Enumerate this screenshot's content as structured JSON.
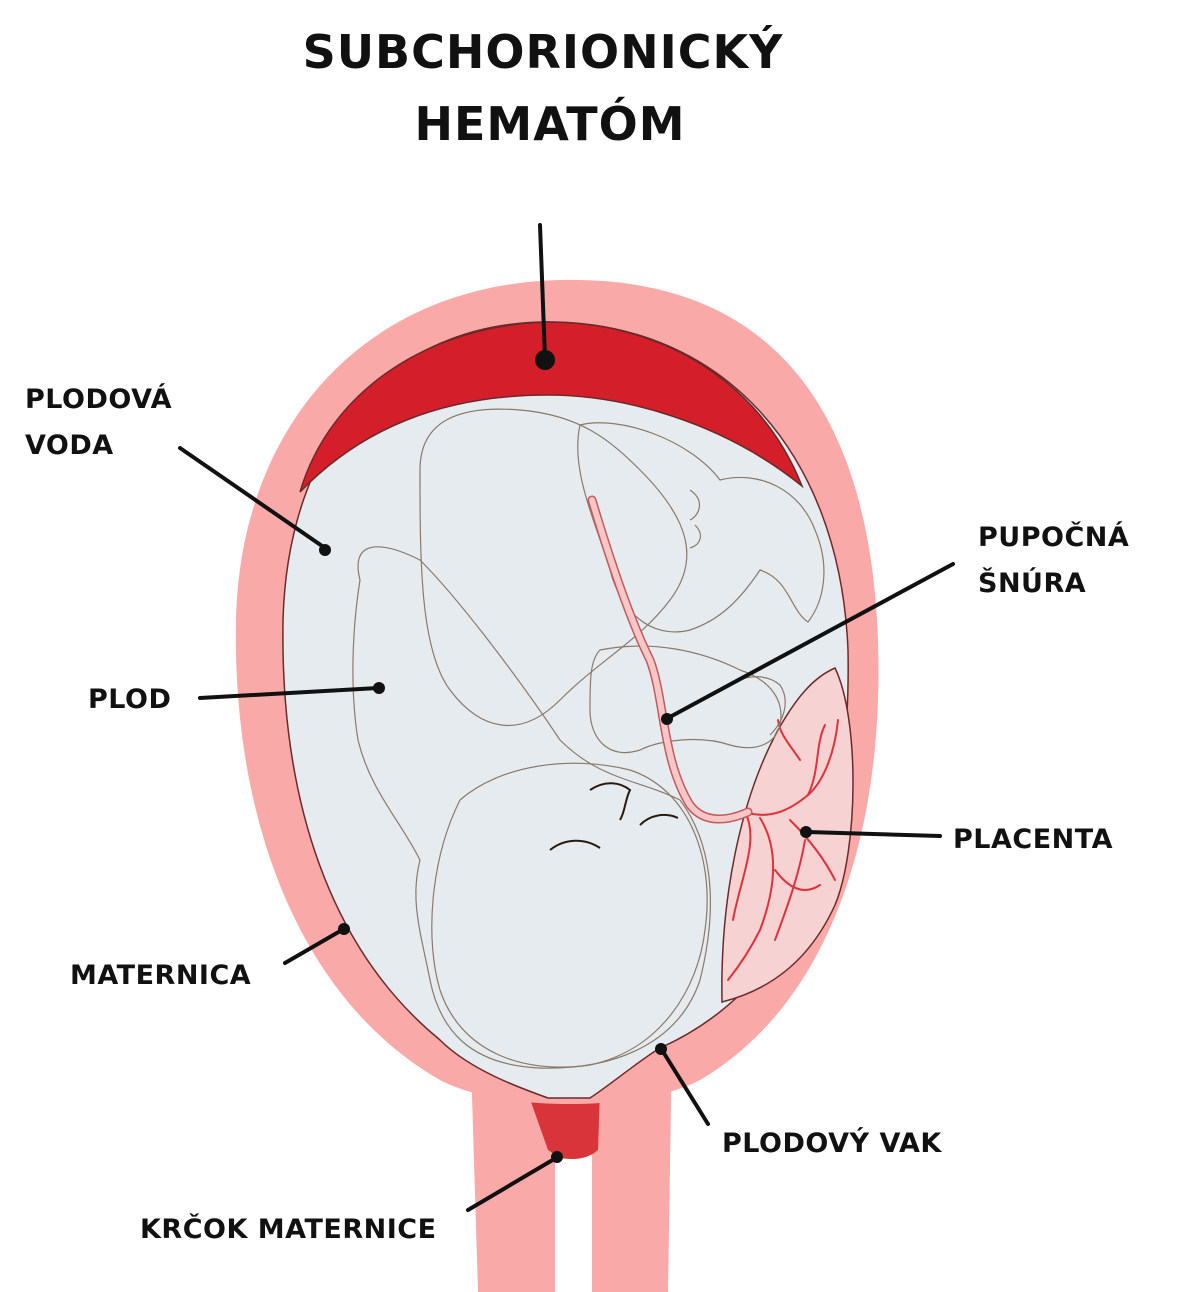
{
  "title": {
    "line1": "SUBCHORIONICKÝ",
    "line2": "HEMATÓM"
  },
  "labels": {
    "amniotic_fluid": {
      "line1": "PLODOVÁ",
      "line2": "VODA"
    },
    "fetus": "PLOD",
    "uterus": "MATERNICA",
    "cervix": "KRČOK MATERNICE",
    "umbilical_cord": {
      "line1": "PUPOČNÁ",
      "line2": "ŠNÚRA"
    },
    "placenta": "PLACENTA",
    "amniotic_sac": "PLODOVÝ VAK"
  },
  "colors": {
    "uterus_wall": "#f9aaa8",
    "hematoma": "#d41f2a",
    "cervix_plug": "#d8343a",
    "amniotic_fluid": "#e6ebef",
    "fetus_skin": "#f5d8bd",
    "placenta": "#f6d2d2",
    "placenta_vessels": "#e0323c",
    "umbilical_cord": "#f7c7c7",
    "outline": "#6b2a2a",
    "text": "#111111"
  }
}
